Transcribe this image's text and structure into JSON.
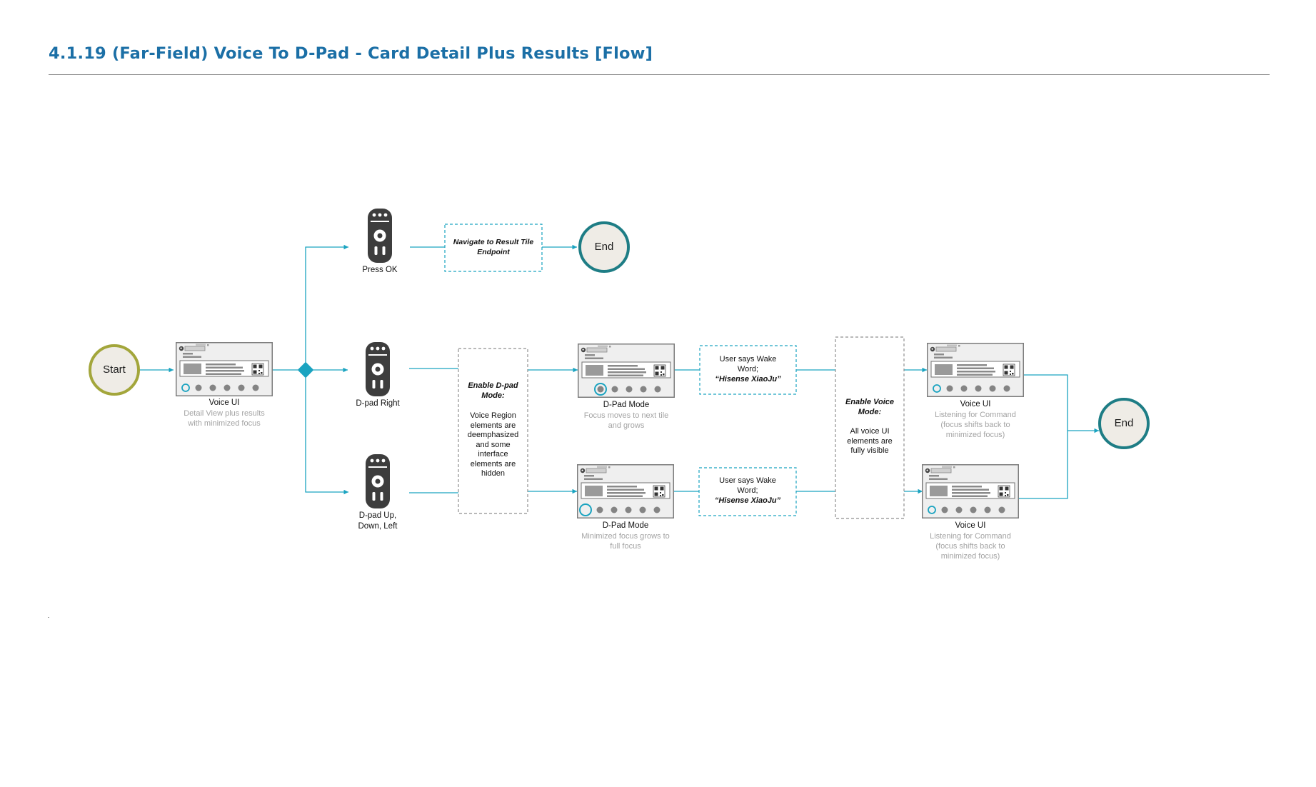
{
  "title": "4.1.19  (Far-Field) Voice To D-Pad - Card Detail Plus Results [Flow]",
  "colors": {
    "title": "#1b6fa6",
    "connector": "#1aa3c0",
    "start_ring": "#a3a63b",
    "end_ring": "#1e7d85",
    "node_fill": "#efece6",
    "dashed_teal": "#1aa3c0",
    "dashed_gray": "#8f8f8f",
    "caption_gray": "#a3a3a3"
  },
  "nodes": {
    "start": {
      "label": "Start"
    },
    "end_top": {
      "label": "End"
    },
    "end_right": {
      "label": "End"
    },
    "screen_voice_initial": {
      "label": "Voice UI",
      "description": "Detail View plus results\nwith minimized focus"
    },
    "remote_ok": {
      "label": "Press OK",
      "icon": "remote-control-icon"
    },
    "remote_right": {
      "label": "D-pad Right",
      "icon": "remote-control-icon"
    },
    "remote_updownleft": {
      "label": "D-pad Up,\nDown, Left",
      "icon": "remote-control-icon"
    },
    "box_navigate": {
      "text": "Navigate to Result Tile\nEndpoint"
    },
    "box_enable_dpad": {
      "title": "Enable D-pad\nMode:",
      "text": "Voice Region\nelements are\ndeemphasized\nand some\ninterface\nelements are\nhidden"
    },
    "screen_dpad_top": {
      "label": "D-Pad Mode",
      "description": "Focus moves to next tile\nand grows"
    },
    "screen_dpad_bottom": {
      "label": "D-Pad Mode",
      "description": "Minimized focus grows to\nfull focus"
    },
    "box_wake_top": {
      "text": "User says Wake\nWord;",
      "phrase": "“Hisense XiaoJu”"
    },
    "box_wake_bottom": {
      "text": "User says Wake\nWord;",
      "phrase": "“Hisense XiaoJu”"
    },
    "box_enable_voice": {
      "title": "Enable Voice\nMode:",
      "text": "All voice UI\nelements are\nfully visible"
    },
    "screen_voice_top": {
      "label": "Voice UI",
      "description": "Listening for Command\n(focus shifts back to\nminimized focus)"
    },
    "screen_voice_bottom": {
      "label": "Voice UI",
      "description": "Listening for Command\n(focus shifts back to\nminimized focus)"
    }
  }
}
